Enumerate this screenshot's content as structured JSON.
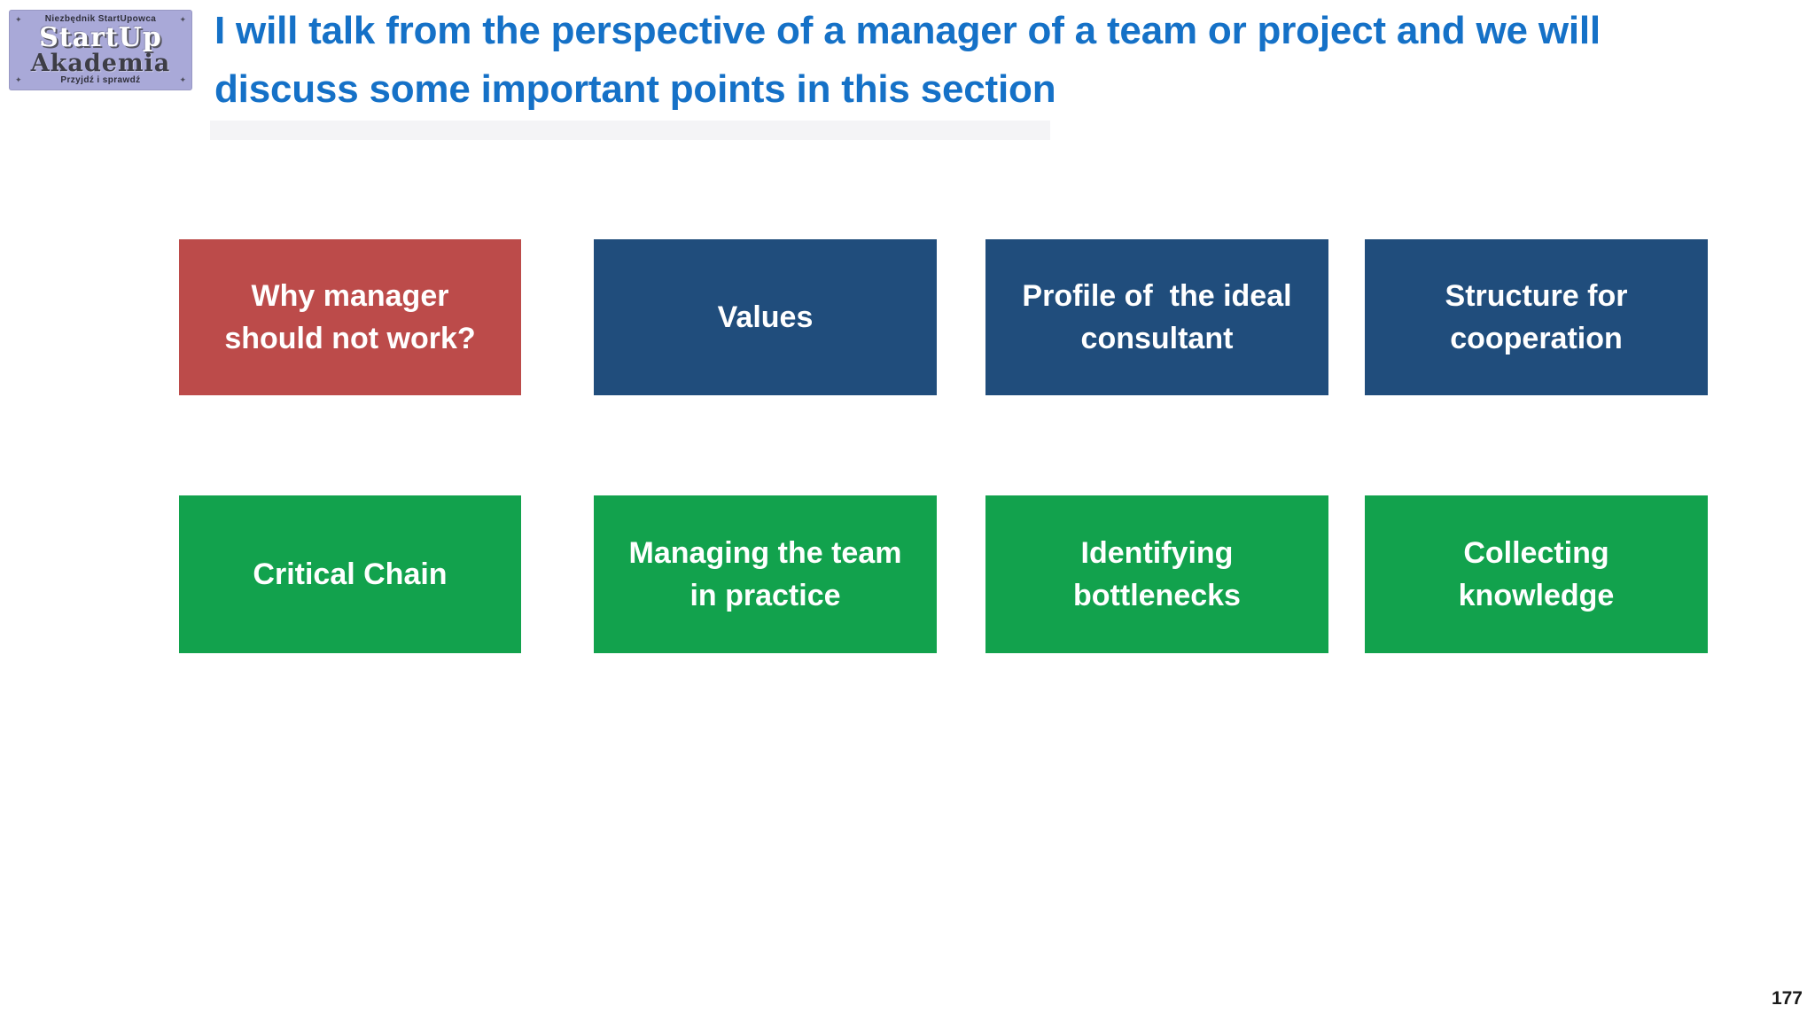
{
  "logo": {
    "bg_color": "#a9a9d8",
    "tagline_top": "Niezbędnik StartUpowca",
    "name_line1": "StartUp",
    "name_line2": "Akademia",
    "tagline_bottom": "Przyjdź i sprawdź",
    "screw_icon": "✦"
  },
  "title": {
    "text": "I will talk from the perspective of a manager of a team or project and we will\ndiscuss some important points in this section",
    "color": "#1571c7"
  },
  "boxes": {
    "row1": [
      {
        "label": "Why manager\nshould not work?",
        "color": "#bc4b4a"
      },
      {
        "label": "Values",
        "color": "#204d7c"
      },
      {
        "label": "Profile of  the ideal\nconsultant",
        "color": "#204d7c"
      },
      {
        "label": "Structure for\ncooperation",
        "color": "#204d7c"
      }
    ],
    "row2": [
      {
        "label": "Critical Chain",
        "color": "#12a24d"
      },
      {
        "label": "Managing the team\nin practice",
        "color": "#12a24d"
      },
      {
        "label": "Identifying\nbottlenecks",
        "color": "#12a24d"
      },
      {
        "label": "Collecting\nknowledge",
        "color": "#12a24d"
      }
    ]
  },
  "footer": {
    "page_number": "177"
  }
}
